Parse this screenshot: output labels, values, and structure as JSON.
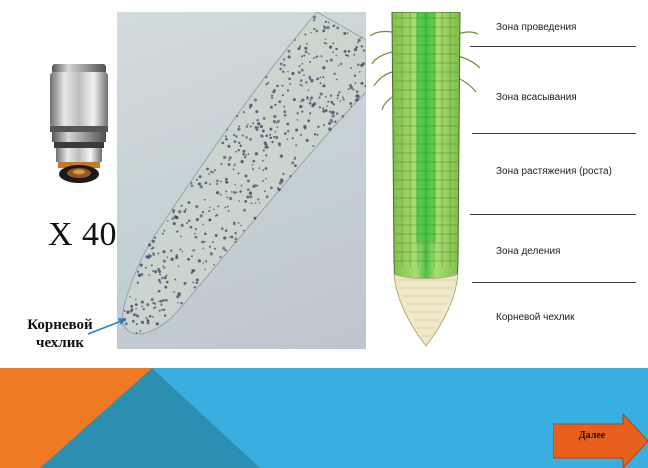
{
  "slide": {
    "magnification": "Х 40",
    "root_cap_caption_line1": "Корневой",
    "root_cap_caption_line2": "чехлик",
    "zones": [
      "Зона проведения",
      "Зона всасывания",
      "Зона растяжения (роста)",
      "Зона деления",
      "Корневой чехлик"
    ],
    "next_label": "Далее"
  },
  "colors": {
    "banner_blue": "#39aee0",
    "banner_orange": "#f07a24",
    "banner_dark_teal": "#2d8fb0",
    "button_orange": "#e8601c",
    "root_green": "#9fd660",
    "root_cap": "#f1ead0"
  },
  "icons": {
    "lens": "microscope-objective-icon",
    "arrow": "arrow-right-icon"
  }
}
